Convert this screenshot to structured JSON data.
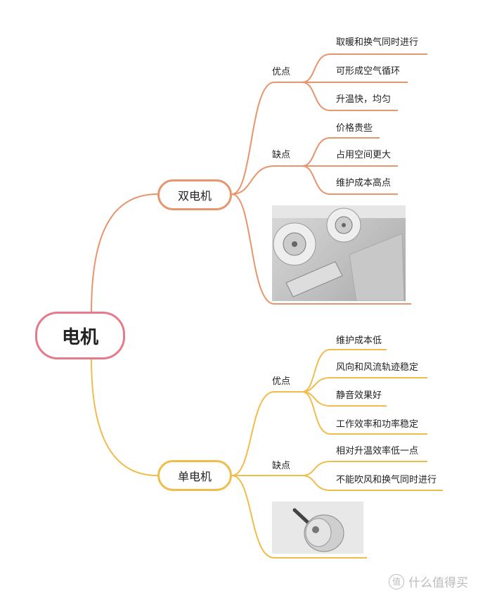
{
  "root": {
    "label": "电机"
  },
  "branches": [
    {
      "label": "双电机",
      "color": "#e8946c",
      "pros": {
        "label": "优点",
        "items": [
          "取暖和换气同时进行",
          "可形成空气循环",
          "升温快，均匀"
        ]
      },
      "cons": {
        "label": "缺点",
        "items": [
          "价格贵些",
          "占用空间更大",
          "维护成本高点"
        ]
      }
    },
    {
      "label": "单电机",
      "color": "#f0bc4c",
      "pros": {
        "label": "优点",
        "items": [
          "维护成本低",
          "风向和风流轨迹稳定",
          "静音效果好",
          "工作效率和功率稳定"
        ]
      },
      "cons": {
        "label": "缺点",
        "items": [
          "相对升温效率低一点",
          "不能吹风和换气同时进行"
        ]
      }
    }
  ],
  "watermark": {
    "icon": "值",
    "text": "什么值得买"
  }
}
